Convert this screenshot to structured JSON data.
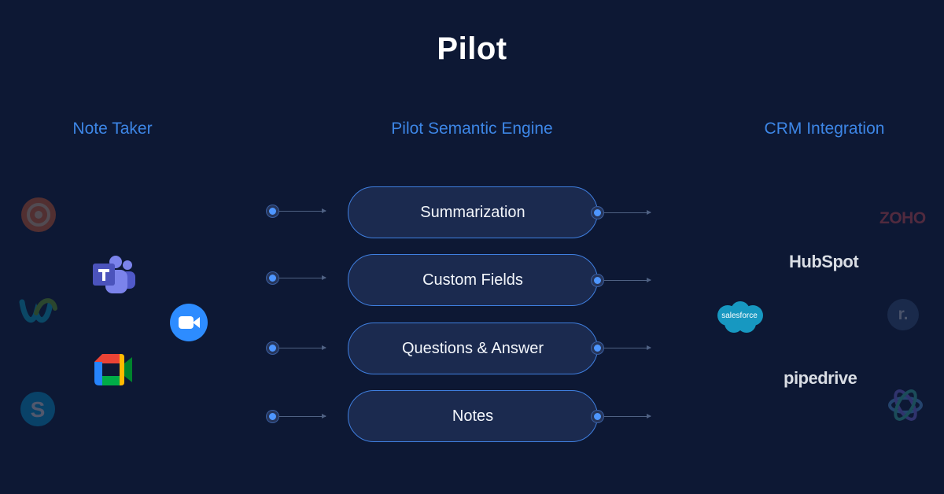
{
  "title": "Pilot",
  "columns": {
    "note_taker": "Note Taker",
    "engine": "Pilot Semantic Engine",
    "crm": "CRM Integration"
  },
  "engine_items": [
    {
      "label": "Summarization"
    },
    {
      "label": "Custom Fields"
    },
    {
      "label": "Questions & Answer"
    },
    {
      "label": "Notes"
    }
  ],
  "note_taker_logos": [
    "gong-icon",
    "teams-icon",
    "webex-icon",
    "zoom-icon",
    "google-meet-icon",
    "skype-icon"
  ],
  "crm_logos": {
    "zoho": "ZOHO",
    "hubspot": "HubSpot",
    "salesforce": "salesforce",
    "pipedrive": "pipedrive",
    "r": "r.",
    "dynamics": "dynamics-icon"
  },
  "colors": {
    "background": "#0d1834",
    "accent": "#3d86e6",
    "pill_fill": "#1b2a4f",
    "pill_border": "#3f7fe0",
    "dot": "#4e96ff"
  }
}
